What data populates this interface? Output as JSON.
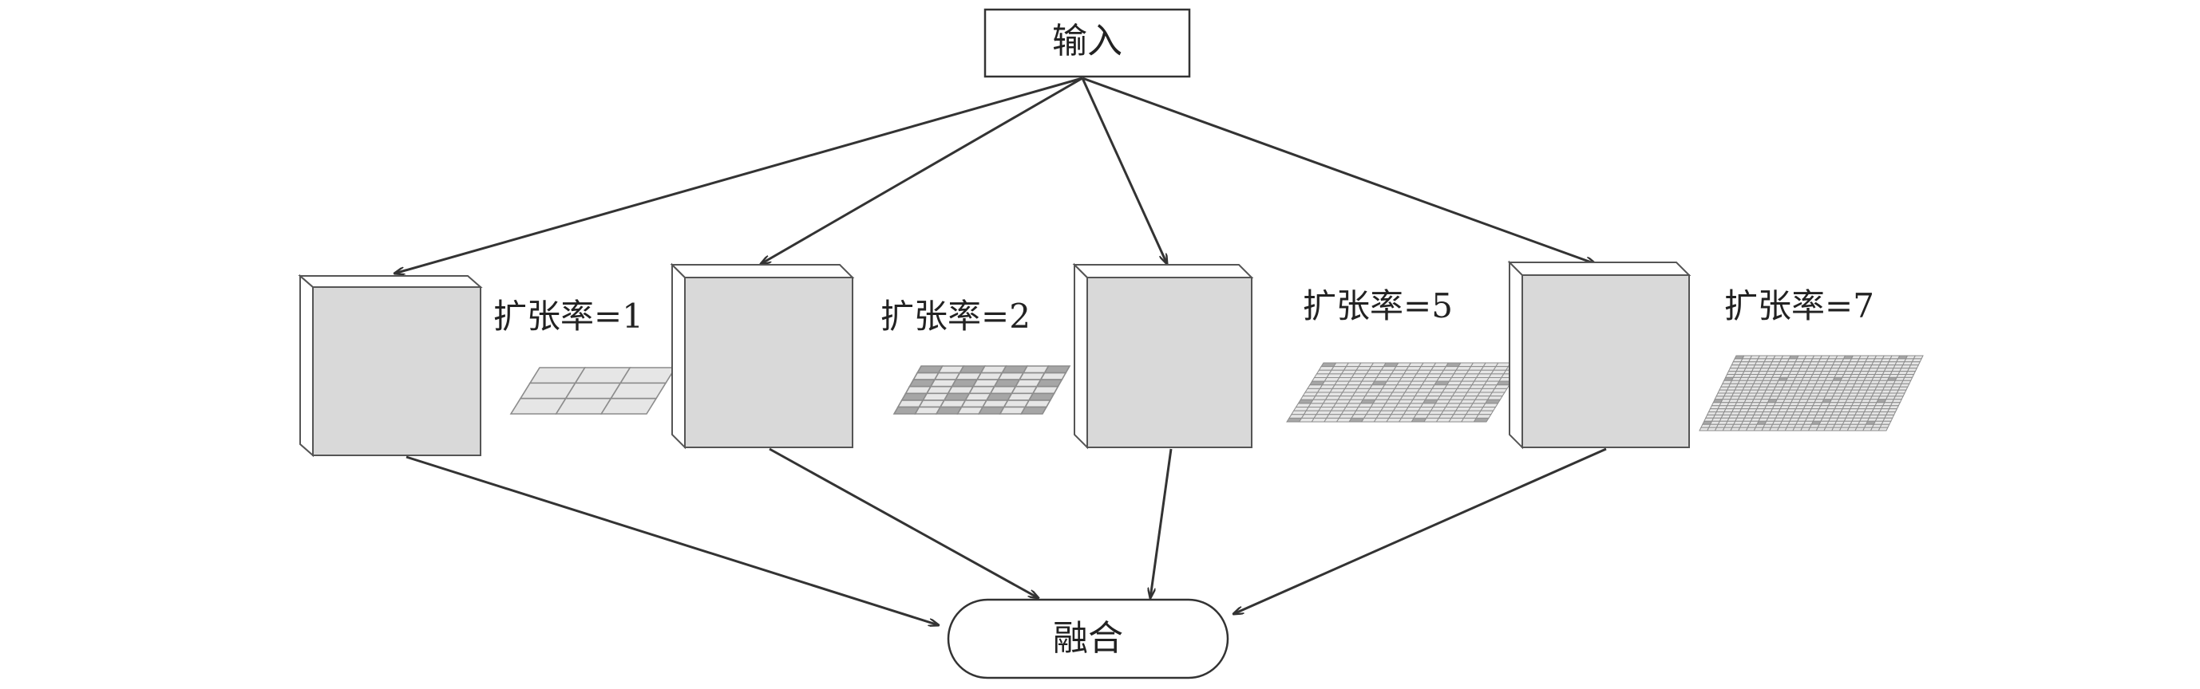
{
  "input_label": "输入",
  "fusion_label": "融合",
  "branches": [
    {
      "label": "扩张率=1",
      "rate": 1
    },
    {
      "label": "扩张率=2",
      "rate": 2
    },
    {
      "label": "扩张率=5",
      "rate": 5
    },
    {
      "label": "扩张率=7",
      "rate": 7
    }
  ],
  "colors": {
    "line": "#333333",
    "box_fill": "#ffffff",
    "block_front": "#d9d9d9",
    "block_side": "#ffffff",
    "grid_fill": "#e6e6e6",
    "grid_dark": "#a6a6a6",
    "grid_line": "#8c8c8c"
  }
}
